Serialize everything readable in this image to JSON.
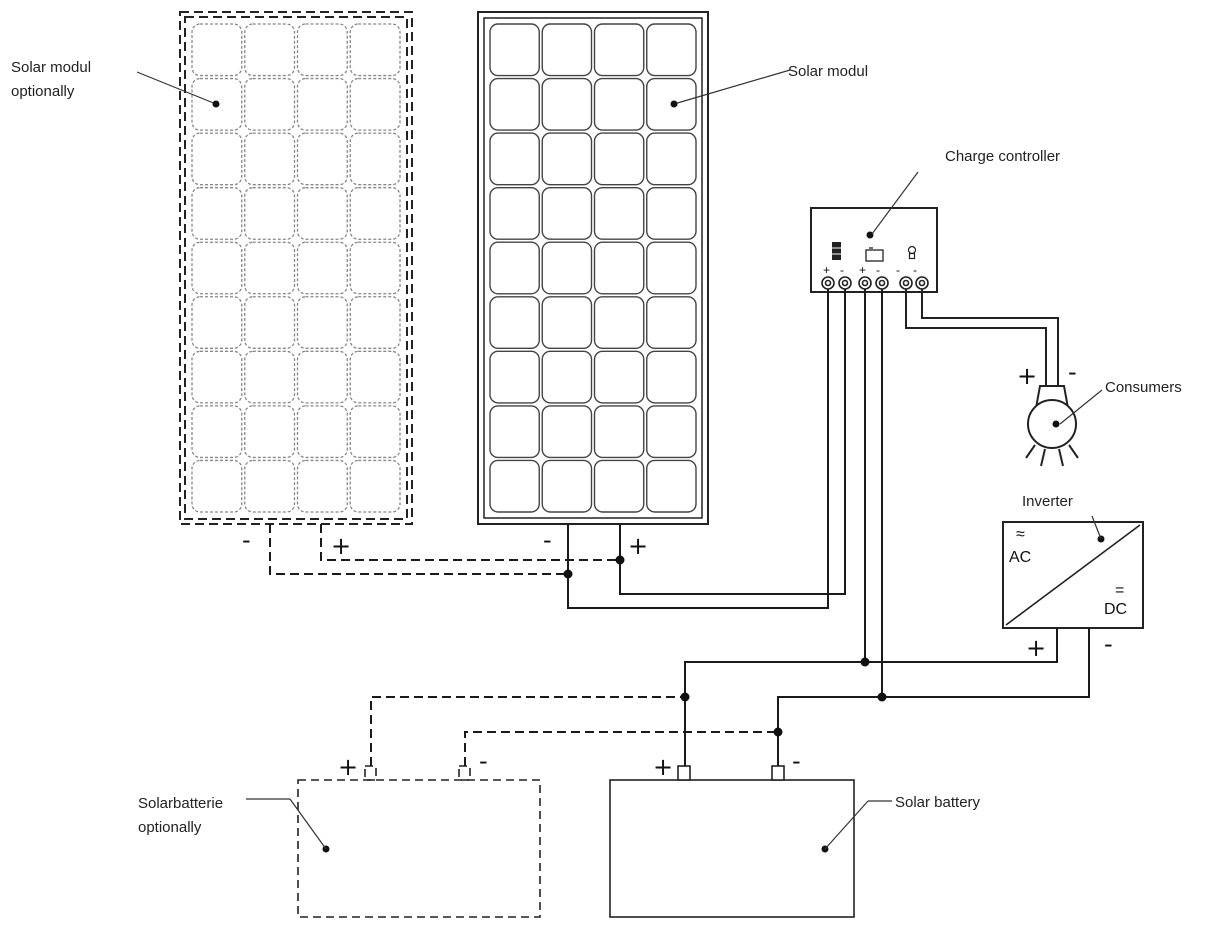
{
  "labels": {
    "solar_module_optional_l1": "Solar modul",
    "solar_module_optional_l2": "optionally",
    "solar_module": "Solar modul",
    "charge_controller": "Charge controller",
    "consumers": "Consumers",
    "inverter": "Inverter",
    "ac": "AC",
    "dc": "DC",
    "ac_symbol": "≈",
    "dc_symbol": "=",
    "solar_battery_optional_l1": "Solarbatterie",
    "solar_battery_optional_l2": "optionally",
    "solar_battery": "Solar battery"
  },
  "signs": {
    "plus": "+",
    "minus": "-"
  },
  "colors": {
    "line": "#1a1a1a",
    "cell": "#555555"
  }
}
